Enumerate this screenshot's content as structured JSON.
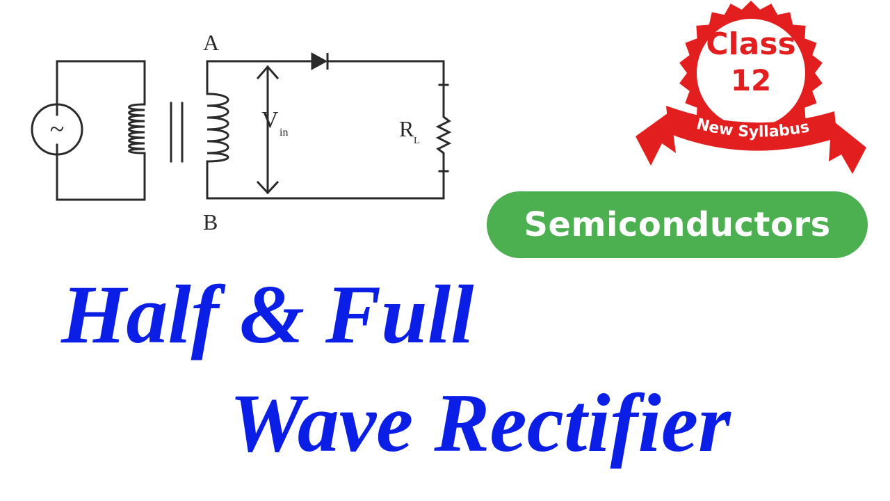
{
  "diagram": {
    "label_a": "A",
    "label_b": "B",
    "vin_main": "V",
    "vin_sub": "in",
    "rl_main": "R",
    "rl_sub": "L",
    "source_symbol": "~",
    "line_color": "#2a2a2a"
  },
  "badge": {
    "line1": "Class",
    "line2": "12",
    "ribbon": "New Syllabus",
    "color": "#e31e1e",
    "text_color": "#e31e1e",
    "ribbon_text_color": "#ffffff"
  },
  "topic": {
    "label": "Semiconductors",
    "color": "#4caf50"
  },
  "title": {
    "line1": "Half & Full",
    "line2": "Wave Rectifier",
    "color": "#0a1ee6"
  }
}
